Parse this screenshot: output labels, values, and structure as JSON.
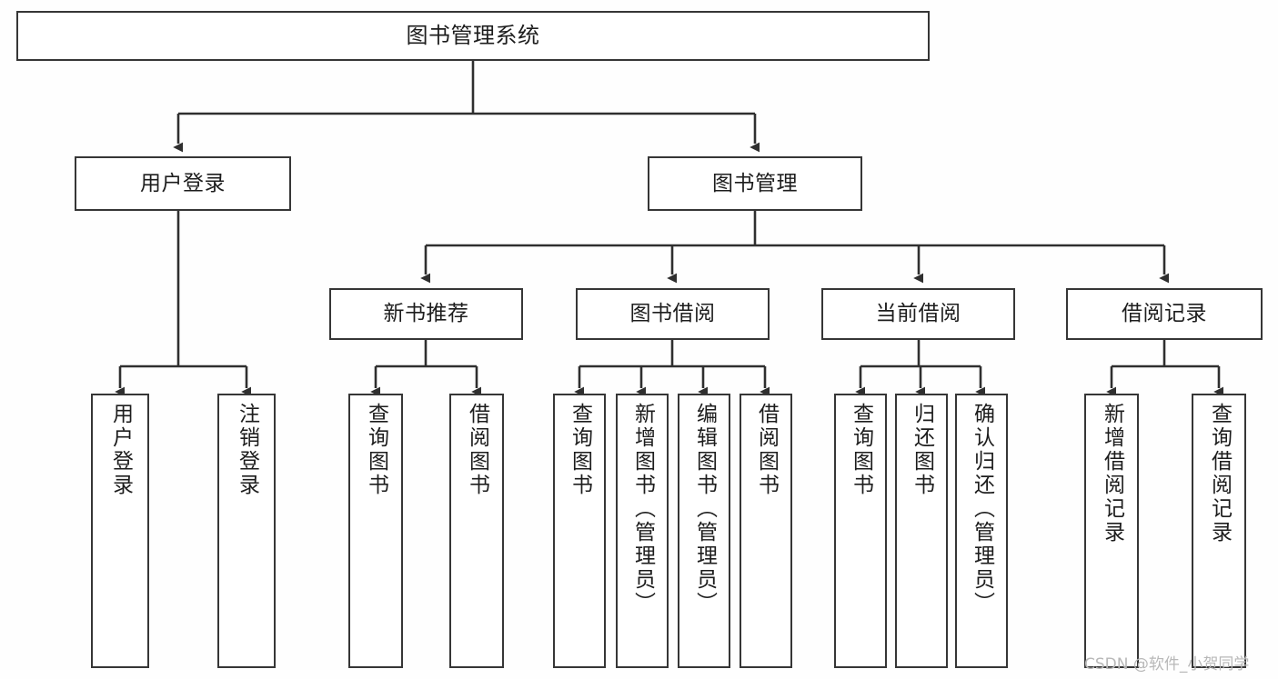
{
  "diagram": {
    "type": "tree-hierarchy",
    "title": "图书管理系统",
    "watermark": "CSDN @软件_小贺同学",
    "colors": {
      "background": "#fefefe",
      "node_fill": "#ffffff",
      "node_border": "#363636",
      "connector": "#2f2f2f",
      "text": "#1d1d1d",
      "watermark": "#b8b8b8"
    },
    "levels": {
      "root": {
        "label": "图书管理系统",
        "orientation": "horizontal"
      },
      "level2": [
        {
          "id": "user-login",
          "label": "用户登录",
          "orientation": "horizontal"
        },
        {
          "id": "book-manage",
          "label": "图书管理",
          "orientation": "horizontal"
        }
      ],
      "level3": [
        {
          "id": "new-book-rec",
          "label": "新书推荐",
          "parent": "book-manage",
          "orientation": "horizontal"
        },
        {
          "id": "book-borrow",
          "label": "图书借阅",
          "parent": "book-manage",
          "orientation": "horizontal"
        },
        {
          "id": "current-borrow",
          "label": "当前借阅",
          "parent": "book-manage",
          "orientation": "horizontal"
        },
        {
          "id": "borrow-record",
          "label": "借阅记录",
          "parent": "book-manage",
          "orientation": "horizontal"
        }
      ],
      "leaves": [
        {
          "id": "leaf-user-login",
          "label": "用户登录",
          "parent": "user-login",
          "orientation": "vertical"
        },
        {
          "id": "leaf-user-logout",
          "label": "注销登录",
          "parent": "user-login",
          "orientation": "vertical"
        },
        {
          "id": "leaf-query-book-1",
          "label": "查询图书",
          "parent": "new-book-rec",
          "orientation": "vertical"
        },
        {
          "id": "leaf-borrow-book-1",
          "label": "借阅图书",
          "parent": "new-book-rec",
          "orientation": "vertical"
        },
        {
          "id": "leaf-query-book-2",
          "label": "查询图书",
          "parent": "book-borrow",
          "orientation": "vertical"
        },
        {
          "id": "leaf-add-book",
          "label": "新增图书（管理员）",
          "parent": "book-borrow",
          "orientation": "vertical"
        },
        {
          "id": "leaf-edit-book",
          "label": "编辑图书（管理员）",
          "parent": "book-borrow",
          "orientation": "vertical"
        },
        {
          "id": "leaf-borrow-book-2",
          "label": "借阅图书",
          "parent": "book-borrow",
          "orientation": "vertical"
        },
        {
          "id": "leaf-query-book-3",
          "label": "查询图书",
          "parent": "current-borrow",
          "orientation": "vertical"
        },
        {
          "id": "leaf-return-book",
          "label": "归还图书",
          "parent": "current-borrow",
          "orientation": "vertical"
        },
        {
          "id": "leaf-confirm-return",
          "label": "确认归还（管理员）",
          "parent": "current-borrow",
          "orientation": "vertical"
        },
        {
          "id": "leaf-add-record",
          "label": "新增借阅记录",
          "parent": "borrow-record",
          "orientation": "vertical"
        },
        {
          "id": "leaf-query-record",
          "label": "查询借阅记录",
          "parent": "borrow-record",
          "orientation": "vertical"
        }
      ]
    }
  }
}
